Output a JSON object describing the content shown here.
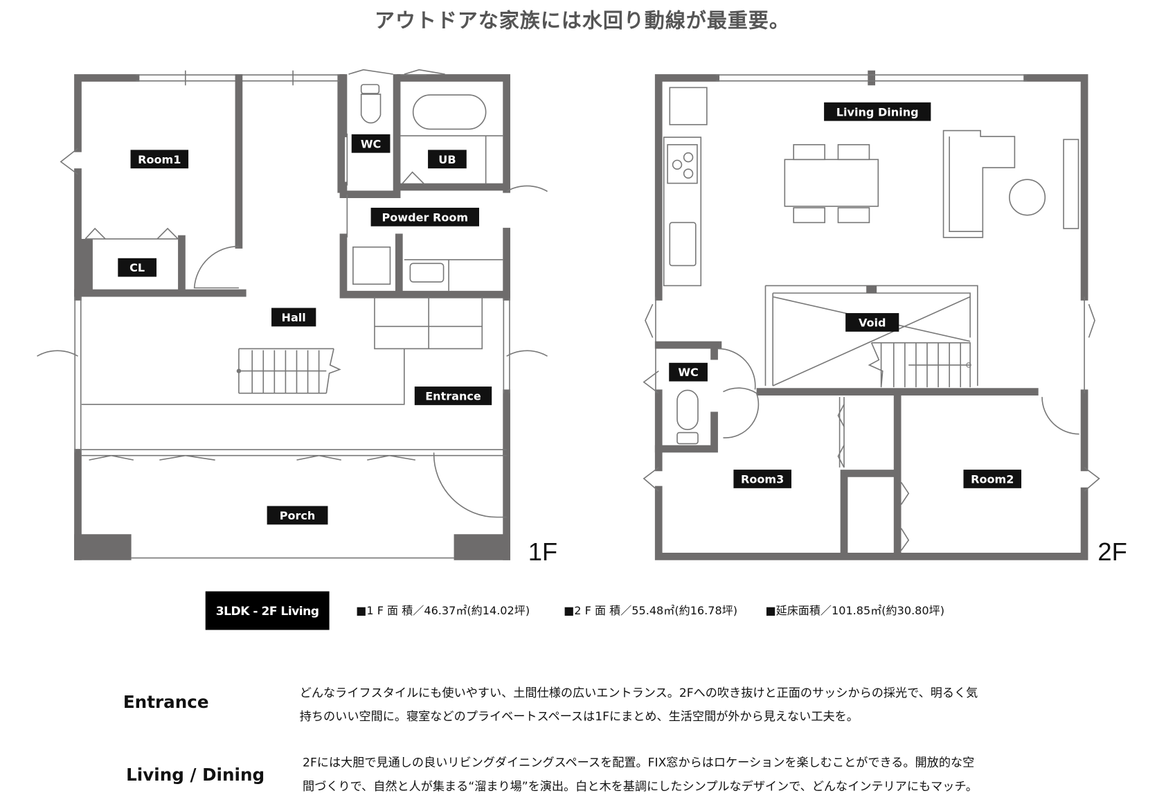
{
  "title": "アウトドアな家族には水回り動線が最重要。",
  "floor1": {
    "label": "1F",
    "rooms": {
      "room1": "Room1",
      "cl": "CL",
      "wc": "WC",
      "ub": "UB",
      "powder": "Powder Room",
      "hall": "Hall",
      "entrance": "Entrance",
      "porch": "Porch"
    }
  },
  "floor2": {
    "label": "2F",
    "rooms": {
      "living": "Living Dining",
      "void": "Void",
      "wc": "WC",
      "room3": "Room3",
      "room2": "Room2"
    }
  },
  "summary": {
    "badge": "3LDK - 2F Living",
    "areas": [
      "■1 F 面 積／46.37㎡(約14.02坪)",
      "■2 F 面 積／55.48㎡(約16.78坪)",
      "■延床面積／101.85㎡(約30.80坪)"
    ]
  },
  "sections": [
    {
      "heading": "Entrance",
      "lines": [
        "どんなライフスタイルにも使いやすい、土間仕様の広いエントランス。2Fへの吹き抜けと正面のサッシからの採光で、明るく気",
        "持ちのいい空間に。寝室などのプライベートスペースは1Fにまとめ、生活空間が外から見えない工夫を。"
      ]
    },
    {
      "heading": "Living / Dining",
      "lines": [
        "2Fには大胆で見通しの良いリビングダイニングスペースを配置。FIX窓からはロケーションを楽しむことができる。開放的な空",
        "間づくりで、自然と人が集まる“溜まり場”を演出。白と木を基調にしたシンプルなデザインで、どんなインテリアにもマッチ。"
      ]
    }
  ]
}
